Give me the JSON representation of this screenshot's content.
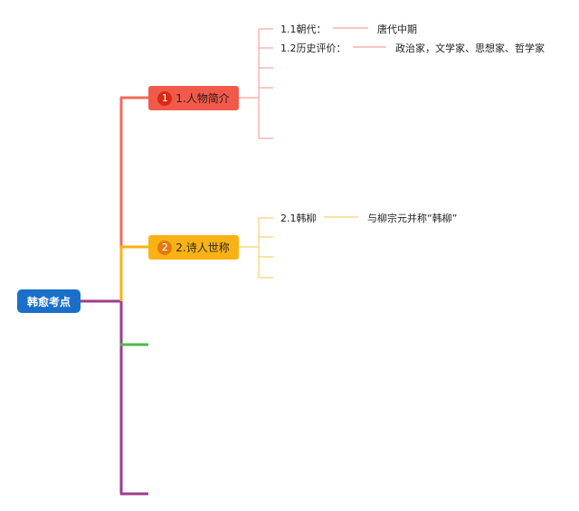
{
  "diagram": {
    "root": {
      "label": "韩愈考点"
    },
    "branches": [
      {
        "number": "1",
        "label": "1.人物简介",
        "children": [
          {
            "label": "1.1朝代：",
            "value": "唐代中期"
          },
          {
            "label": "1.2历史评价：",
            "value": "政治家，文学家、思想家、哲学家"
          }
        ]
      },
      {
        "number": "2",
        "label": "2.诗人世称",
        "children": [
          {
            "label": "2.1韩柳",
            "value": "与柳宗元并称“韩柳”"
          }
        ]
      }
    ],
    "colors": {
      "root": "#1a6fc9",
      "root_connector": "#a03a8c",
      "branch1": "#f15a4a",
      "branch1_lines": "#f6a59c",
      "branch2": "#f9b113",
      "branch2_lines": "#f9cf70",
      "branch3": "#4cbb47",
      "branch4": "#a03a8c"
    }
  }
}
